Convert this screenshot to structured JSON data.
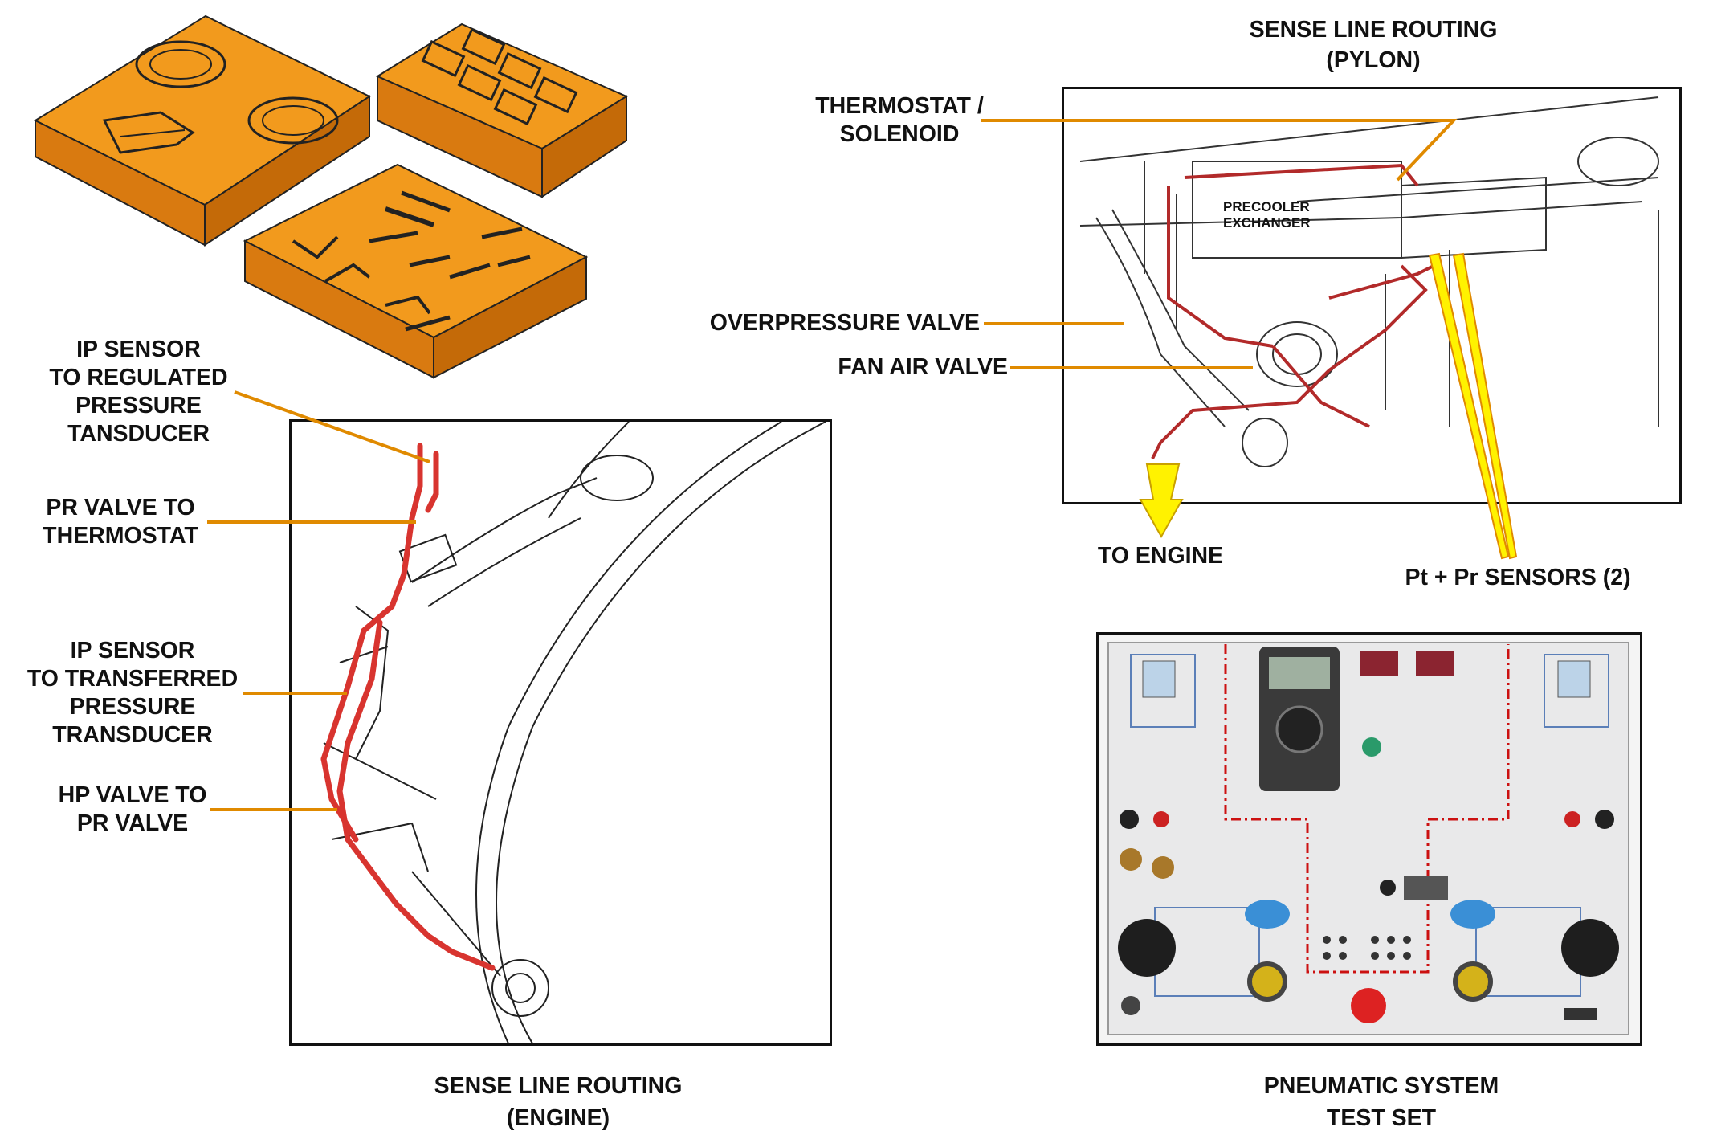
{
  "tool_kit": {},
  "pylon": {
    "title_line1": "SENSE LINE ROUTING",
    "title_line2": "(PYLON)",
    "callouts": {
      "thermostat_line1": "THERMOSTAT /",
      "thermostat_line2": "SOLENOID",
      "overpressure_valve": "OVERPRESSURE VALVE",
      "fan_air_valve": "FAN AIR VALVE",
      "to_engine": "TO ENGINE",
      "sensors": "Pt + Pr SENSORS (2)"
    },
    "precooler_line1": "PRECOOLER",
    "precooler_line2": "EXCHANGER"
  },
  "engine": {
    "title_line1": "SENSE LINE ROUTING",
    "title_line2": "(ENGINE)",
    "callouts": {
      "ip_regulated": [
        "IP SENSOR",
        "TO REGULATED",
        "PRESSURE",
        "TANSDUCER"
      ],
      "pr_thermostat": [
        "PR VALVE TO",
        "THERMOSTAT"
      ],
      "ip_transferred": [
        "IP SENSOR",
        "TO TRANSFERRED",
        "PRESSURE",
        "TRANSDUCER"
      ],
      "hp_pr": [
        "HP VALVE TO",
        "PR VALVE"
      ]
    }
  },
  "test_set": {
    "title_line1": "PNEUMATIC SYSTEM",
    "title_line2": "TEST SET"
  },
  "colors": {
    "orange": "#f29a1d",
    "leader": "#e08a00",
    "sense_line": "#d8342f",
    "arrow_yellow": "#fff200"
  }
}
